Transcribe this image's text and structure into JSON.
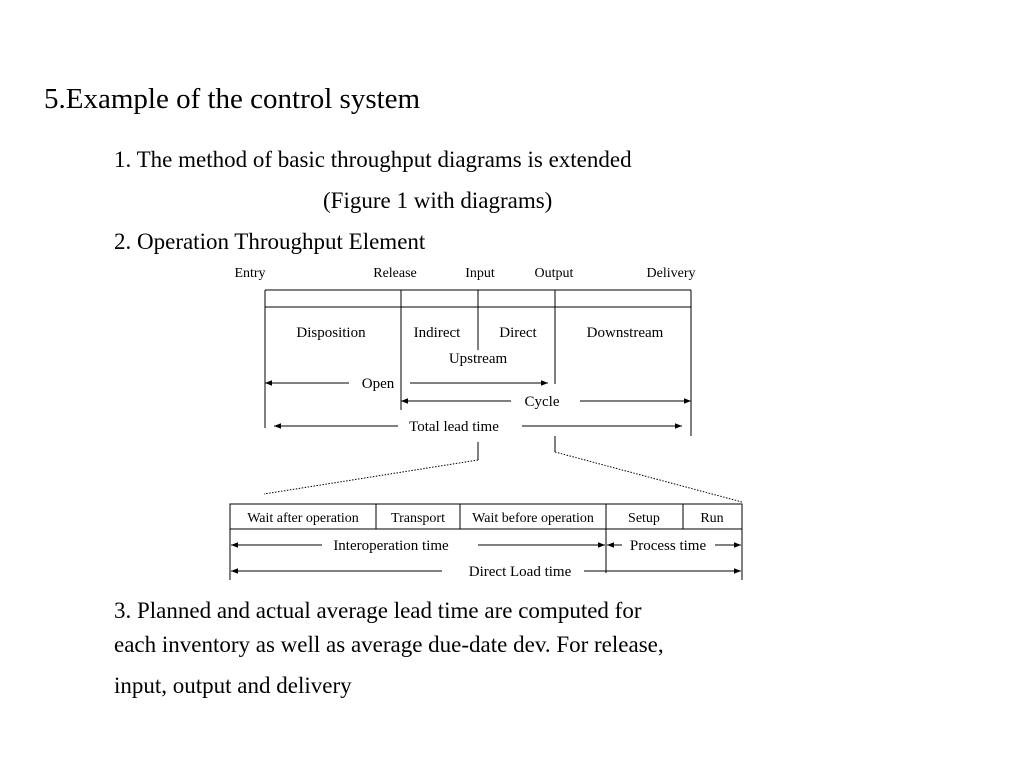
{
  "slide": {
    "title": "5.Example of the control system",
    "point1": "1. The method of basic throughput diagrams is extended",
    "point1_sub": "(Figure 1 with diagrams)",
    "point2": "2. Operation Throughput Element",
    "point3_line1": "3. Planned and actual average lead time are computed for",
    "point3_line2": "each inventory as well as average due-date dev. For release,",
    "point3_line3": "input, output and delivery"
  },
  "diagram": {
    "milestones": {
      "entry": "Entry",
      "release": "Release",
      "input": "Input",
      "output": "Output",
      "delivery": "Delivery"
    },
    "phases": {
      "disposition": "Disposition",
      "indirect": "Indirect",
      "direct": "Direct",
      "downstream": "Downstream",
      "upstream": "Upstream"
    },
    "spans": {
      "open": "Open",
      "cycle": "Cycle",
      "total_lead_time": "Total lead time"
    },
    "operation": {
      "cells": [
        "Wait after operation",
        "Transport",
        "Wait before operation",
        "Setup",
        "Run"
      ],
      "interoperation_time": "Interoperation time",
      "process_time": "Process time",
      "direct_load_time": "Direct Load time"
    }
  }
}
